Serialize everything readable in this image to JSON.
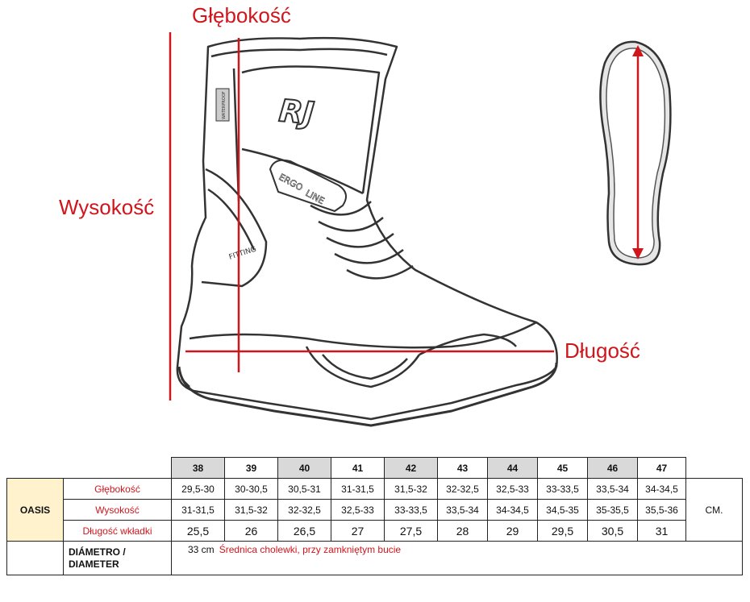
{
  "labels": {
    "depth": "Głębokość",
    "height": "Wysokość",
    "length": "Długość"
  },
  "boot_logo": {
    "brand": "RJ",
    "ergo": "ERGO",
    "line": "LINE",
    "fitting": "FITTING",
    "tag": "WATERPROOF"
  },
  "table": {
    "sizes": [
      "38",
      "39",
      "40",
      "41",
      "42",
      "43",
      "44",
      "45",
      "46",
      "47"
    ],
    "model": "OASIS",
    "rows": [
      {
        "label": "Głębokość",
        "values": [
          "29,5-30",
          "30-30,5",
          "30,5-31",
          "31-31,5",
          "31,5-32",
          "32-32,5",
          "32,5-33",
          "33-33,5",
          "33,5-34",
          "34-34,5"
        ]
      },
      {
        "label": "Wysokość",
        "values": [
          "31-31,5",
          "31,5-32",
          "32-32,5",
          "32,5-33",
          "33-33,5",
          "33,5-34",
          "34-34,5",
          "34,5-35",
          "35-35,5",
          "35,5-36"
        ]
      },
      {
        "label": "Długość wkładki",
        "values": [
          "25,5",
          "26",
          "26,5",
          "27",
          "27,5",
          "28",
          "29",
          "29,5",
          "30,5",
          "31"
        ]
      }
    ],
    "unit": "CM.",
    "diameter_label_1": "DIÁMETRO /",
    "diameter_label_2": "DIAMETER",
    "diameter_value": "33 cm",
    "diameter_note": "Średnica cholewki, przy zamkniętym bucie"
  },
  "colors": {
    "accent_red": "#d0161d",
    "model_cell": "#fff2cc",
    "shaded_cell": "#d9d9d9"
  }
}
